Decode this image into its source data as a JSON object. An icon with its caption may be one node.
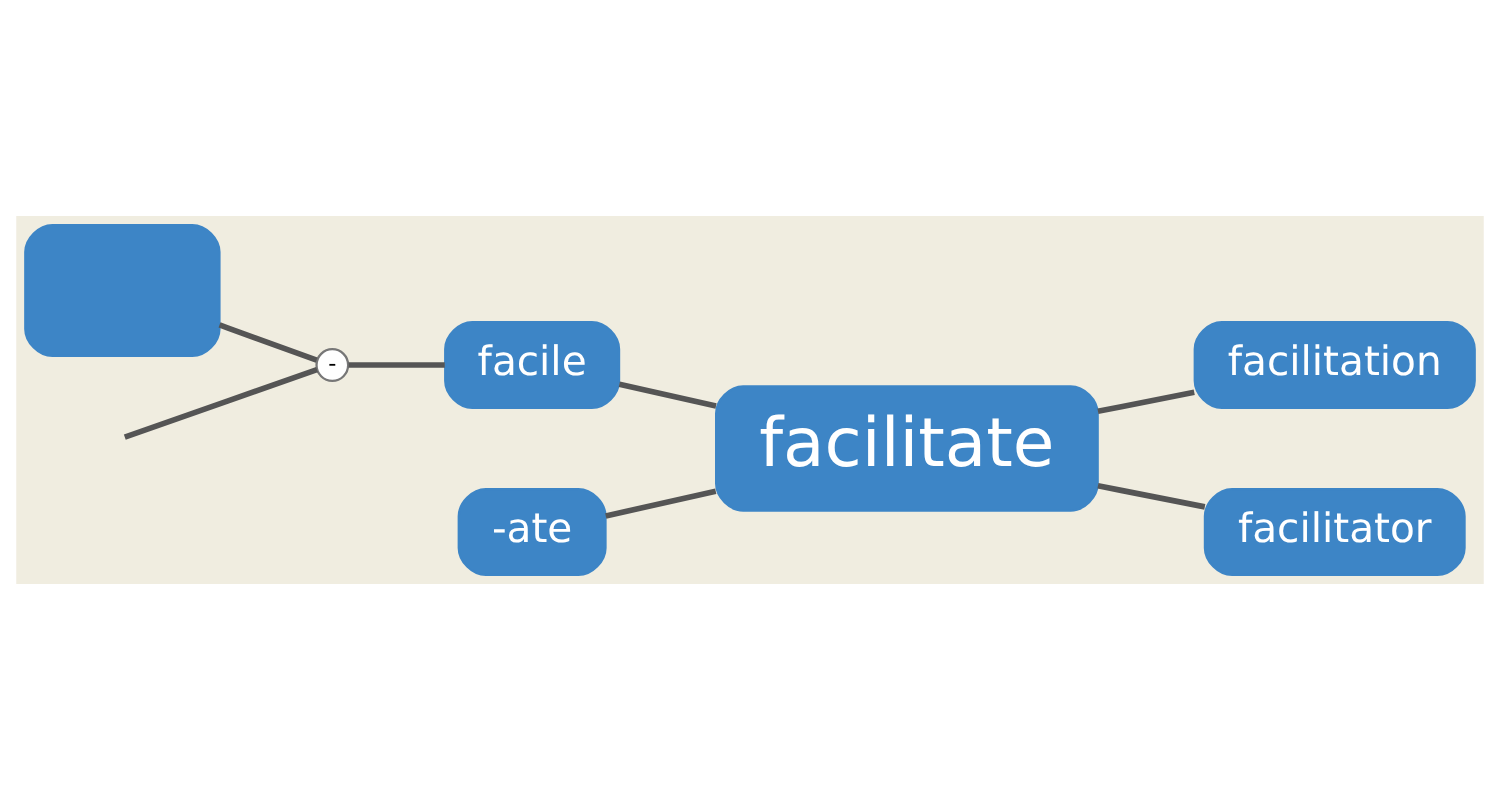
{
  "diagram": {
    "nodes": [
      {
        "text": [],
        "shape": "box"
      },
      {
        "text": [
          "-"
        ]
      },
      {
        "text": [
          "facile"
        ]
      },
      {
        "text": [
          "facilitate"
        ]
      },
      {
        "text": [
          "-ate"
        ]
      },
      {
        "text": [
          "facilitation"
        ]
      },
      {
        "text": [
          "facilitator"
        ]
      }
    ],
    "edges": [
      {
        "from": 0,
        "to": 1,
        "arrow": "none"
      },
      {
        "from": null,
        "to": 1,
        "arrow": "none"
      },
      {
        "from": 1,
        "to": 2,
        "arrow": "none"
      },
      {
        "from": 2,
        "to": 3,
        "arrow": "none"
      },
      {
        "from": 4,
        "to": 3,
        "arrow": "none"
      },
      {
        "from": 3,
        "to": 5,
        "arrow": "none"
      },
      {
        "from": 3,
        "to": 6,
        "arrow": "none"
      }
    ]
  }
}
